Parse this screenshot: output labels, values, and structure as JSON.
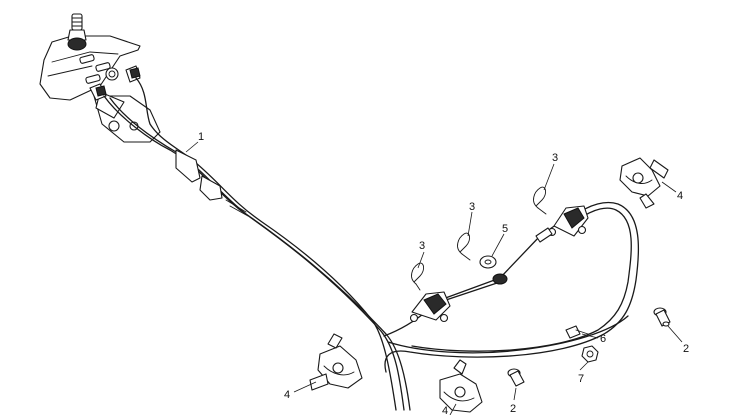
{
  "callouts": {
    "c1": "1",
    "c2a": "2",
    "c2b": "2",
    "c3a": "3",
    "c3b": "3",
    "c3c": "3",
    "c4a": "4",
    "c4b": "4",
    "c4c": "4",
    "c5": "5",
    "c6": "6",
    "c7": "7"
  }
}
